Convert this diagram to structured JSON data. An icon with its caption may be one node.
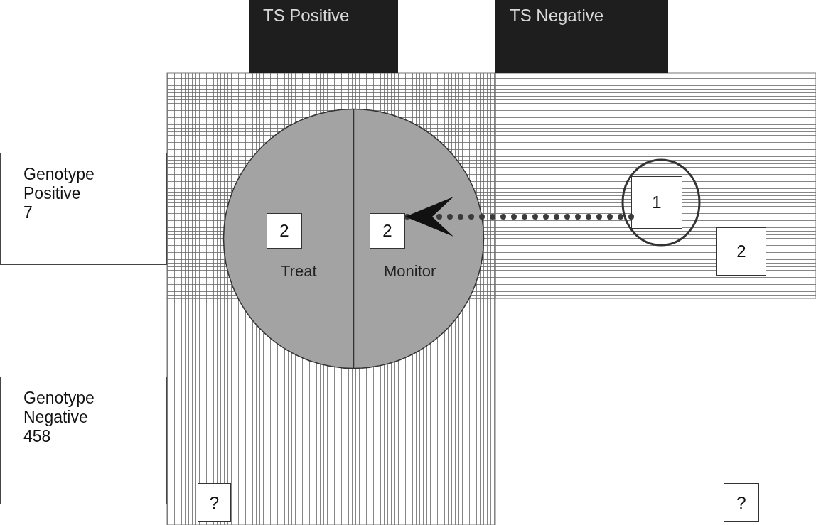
{
  "diagram": {
    "nodes": [
      {
        "text": [
          "TS Positive"
        ]
      },
      {
        "text": [
          "TS Negative"
        ]
      },
      {
        "text": [
          "Genotype Positive",
          "7"
        ]
      },
      {
        "text": [
          "Genotype Negative",
          "458"
        ]
      },
      {
        "text": [],
        "shape": "circle"
      },
      {
        "text": [
          "2"
        ],
        "in": 4,
        "beside": [
          "Treat"
        ]
      },
      {
        "text": [
          "2"
        ],
        "in": 4,
        "beside": [
          "Monitor"
        ]
      },
      {
        "text": [],
        "shape": "circle"
      },
      {
        "text": [
          "1"
        ],
        "in": 7
      },
      {
        "text": [
          "2"
        ]
      },
      {
        "text": [
          "?"
        ]
      },
      {
        "text": [
          "?"
        ]
      }
    ],
    "edges": [
      {
        "from": 8,
        "to": 6,
        "arrow": "to",
        "style": "dashed"
      }
    ]
  }
}
